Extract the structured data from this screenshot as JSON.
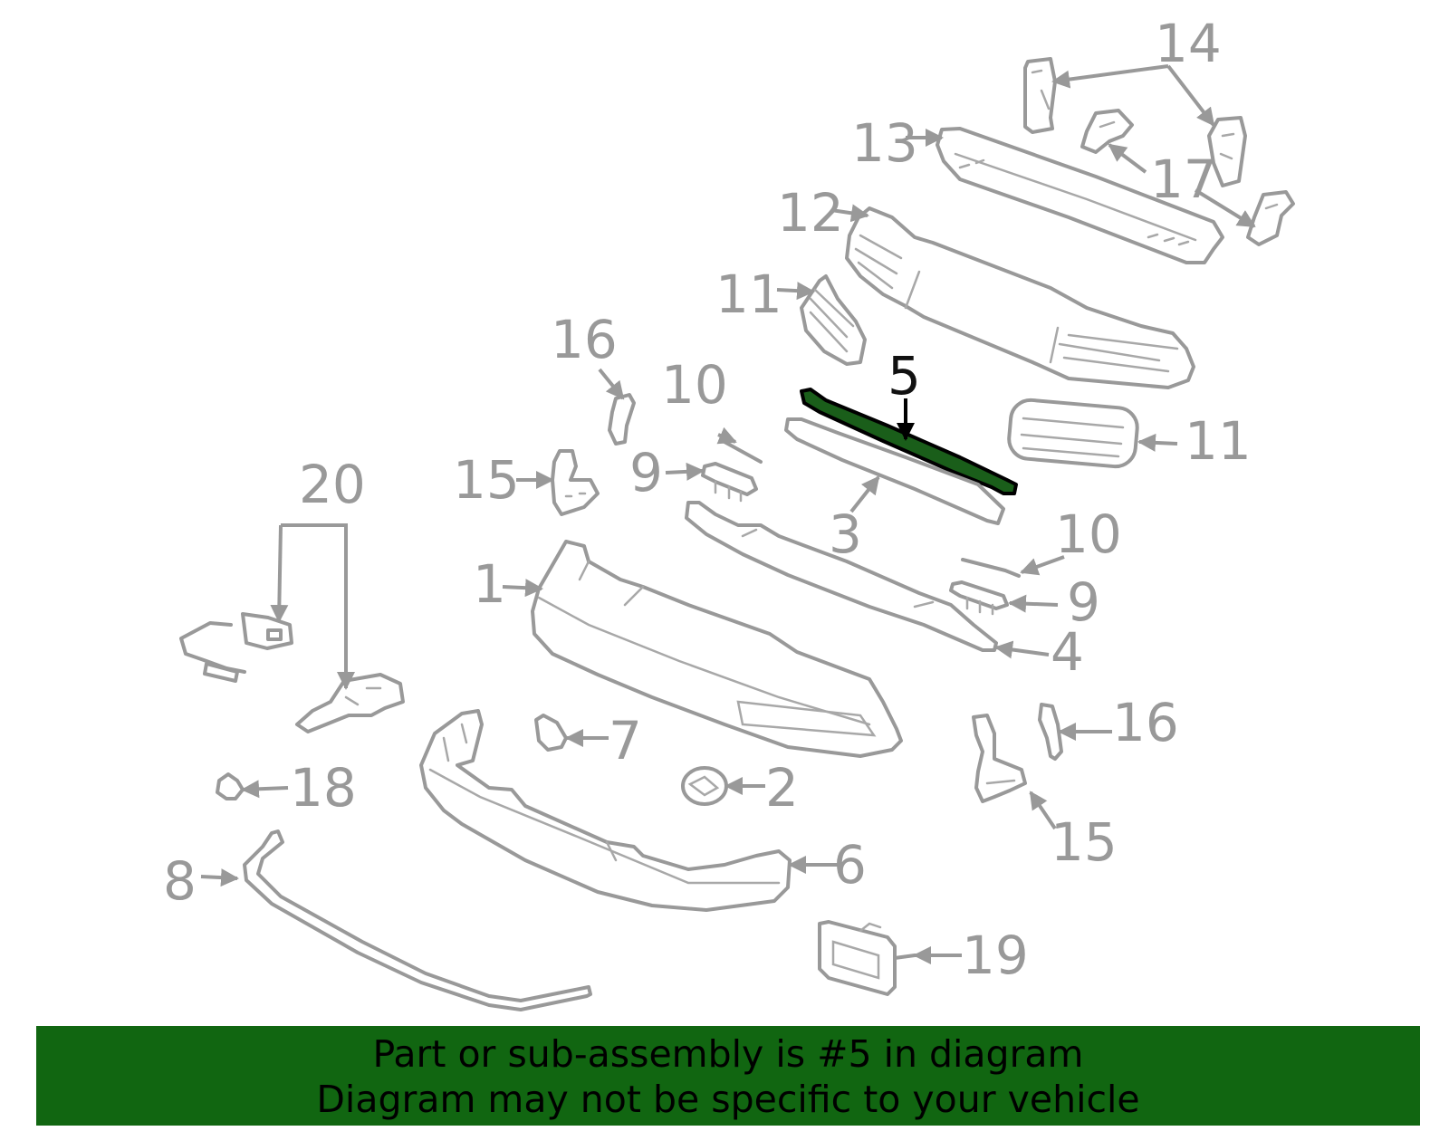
{
  "callouts": {
    "c1": "1",
    "c2": "2",
    "c3": "3",
    "c4": "4",
    "c5": "5",
    "c6": "6",
    "c7": "7",
    "c8": "8",
    "c9a": "9",
    "c9b": "9",
    "c10a": "10",
    "c10b": "10",
    "c11a": "11",
    "c11b": "11",
    "c12": "12",
    "c13": "13",
    "c14": "14",
    "c15a": "15",
    "c15b": "15",
    "c16a": "16",
    "c16b": "16",
    "c17": "17",
    "c18": "18",
    "c19": "19",
    "c20": "20"
  },
  "banner": {
    "line1": "Part or sub-assembly is #5 in diagram",
    "line2": "Diagram may not be specific to your vehicle"
  },
  "colors": {
    "banner": "#116611",
    "part_stroke": "#999999",
    "highlight": "#1a5e1a"
  }
}
